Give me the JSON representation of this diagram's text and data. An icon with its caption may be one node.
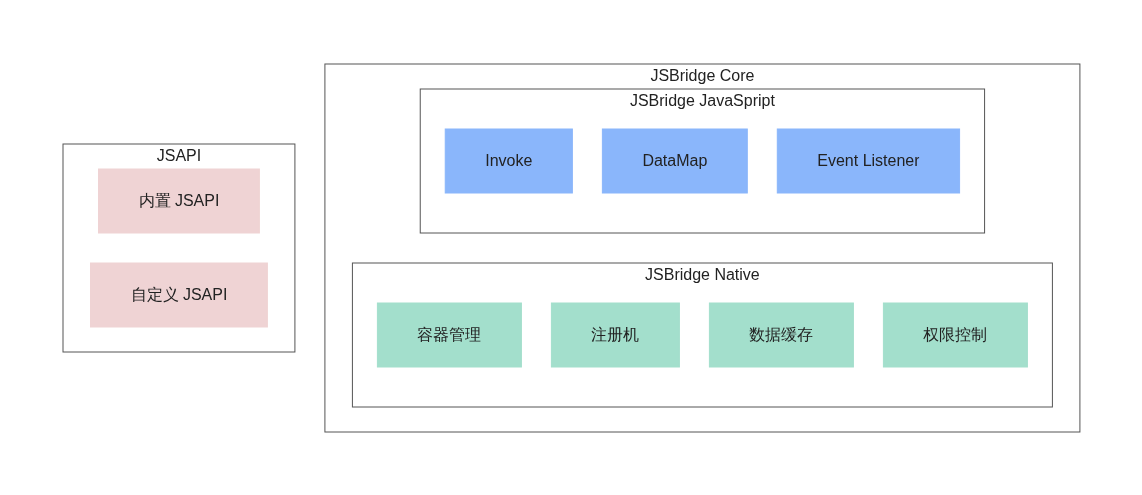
{
  "diagram": {
    "nodes": [
      {
        "text": [
          "JSBridge Core"
        ]
      },
      {
        "text": [
          "JSBridge Native"
        ],
        "in": 0
      },
      {
        "text": [
          "容器管理"
        ],
        "in": 1
      },
      {
        "text": [
          "注册机"
        ],
        "in": 1
      },
      {
        "text": [
          "数据缓存"
        ],
        "in": 1
      },
      {
        "text": [
          "权限控制"
        ],
        "in": 1
      },
      {
        "text": [
          "JSBridge JavaSpript"
        ],
        "in": 0
      },
      {
        "text": [
          "Invoke"
        ],
        "in": 6
      },
      {
        "text": [
          "DataMap"
        ],
        "in": 6
      },
      {
        "text": [
          "Event Listener"
        ],
        "in": 6
      },
      {
        "text": [
          "JSAPI"
        ]
      },
      {
        "text": [
          "内置 JSAPI"
        ],
        "in": 10
      },
      {
        "text": [
          "自定义 JSAPI"
        ],
        "in": 10
      }
    ],
    "edges": []
  }
}
